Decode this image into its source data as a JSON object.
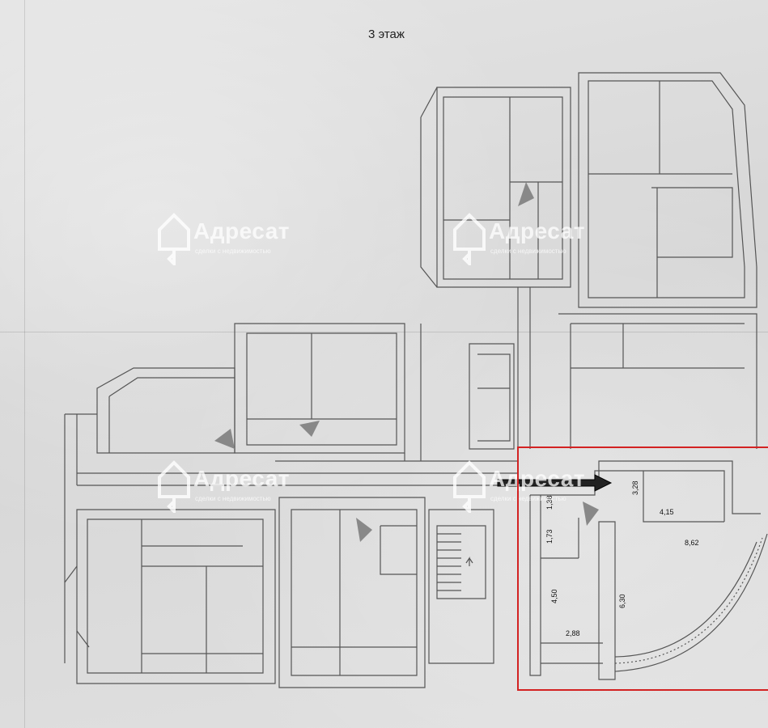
{
  "plan": {
    "title": "3 этаж"
  },
  "watermark": {
    "brand": "Адресат",
    "tagline": "сделки с недвижимостью"
  },
  "dimensions": {
    "d1": "3,28",
    "d2": "4,15",
    "d3": "8,62",
    "d4": "1,38",
    "d5": "1,73",
    "d6": "4,50",
    "d7": "6,30",
    "d8": "2,88"
  },
  "colors": {
    "highlight": "#d32222",
    "wall": "#555555",
    "wall_fill": "#bdbdbd"
  }
}
